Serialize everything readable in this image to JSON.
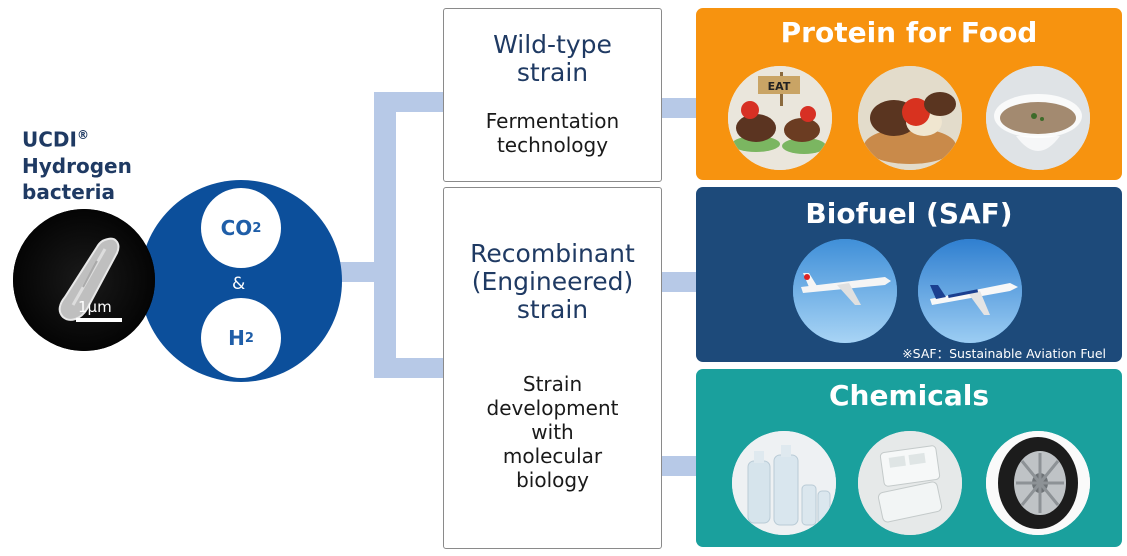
{
  "source": {
    "title_main": "UCDI",
    "title_reg": "®",
    "title_line2": "Hydrogen",
    "title_line3": "bacteria",
    "scale_label": "1μm",
    "gas1_main": "CO",
    "gas1_sub": "2",
    "ampersand": "&",
    "gas2_main": "H",
    "gas2_sub": "2"
  },
  "strains": {
    "wild_title_1": "Wild-type",
    "wild_title_2": "strain",
    "wild_desc_1": "Fermentation",
    "wild_desc_2": "technology",
    "rec_title_1": "Recombinant",
    "rec_title_2": "(Engineered)",
    "rec_title_3": "strain",
    "rec_desc_1": "Strain",
    "rec_desc_2": "development",
    "rec_desc_3": "with",
    "rec_desc_4": "molecular",
    "rec_desc_5": "biology"
  },
  "products": {
    "food_title": "Protein for Food",
    "fuel_title": "Biofuel (SAF)",
    "fuel_note": "※SAF：Sustainable Aviation Fuel",
    "chem_title": "Chemicals",
    "eat_sign": "EAT"
  },
  "colors": {
    "food": "#f7930f",
    "fuel": "#1d4a7a",
    "chem": "#1aa09d",
    "circle": "#0c4f9b",
    "connector": "#b7c9e7"
  }
}
